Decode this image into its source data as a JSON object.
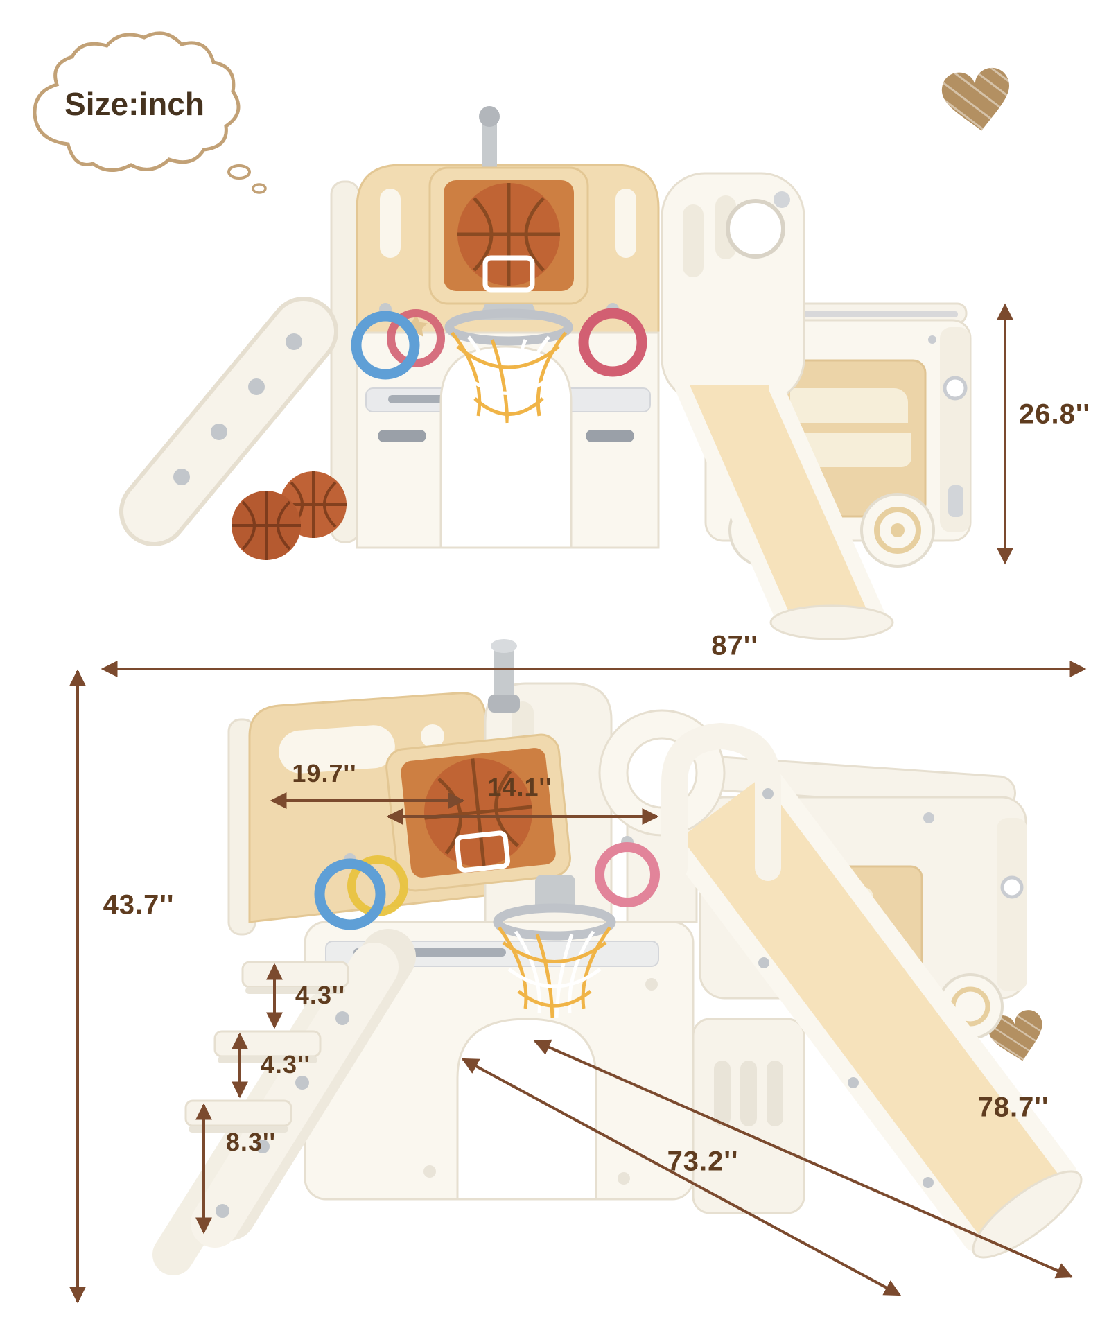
{
  "size_bubble": {
    "label": "Size:inch"
  },
  "dimensions": {
    "bus_height": "26.8''",
    "overall_width": "87''",
    "overall_height": "43.7''",
    "panel_depth": "19.7''",
    "backboard_width": "14.1''",
    "step_rise_top": "4.3''",
    "step_rise_middle": "4.3''",
    "step_rise_bottom": "8.3''",
    "base_length": "73.2''",
    "slide_length": "78.7''"
  },
  "colors": {
    "dimension_text": "#5f3c1f",
    "arrow": "#7b4a2e",
    "cloud_outline": "#c2a176",
    "heart": "#b39062",
    "plastic_white": "#faf7ef",
    "plastic_beige": "#f0d9ae",
    "slide_beige": "#f6e2bb",
    "basketball_orange": "#c06434",
    "backboard_orange": "#cd7f42",
    "ring_blue": "#5f9fd6",
    "ring_red": "#d25f72",
    "ring_pink": "#e2849a",
    "ring_yellow": "#e8c33f",
    "net_yellow": "#f0b447",
    "hardware_gray": "#bfc3c9"
  }
}
